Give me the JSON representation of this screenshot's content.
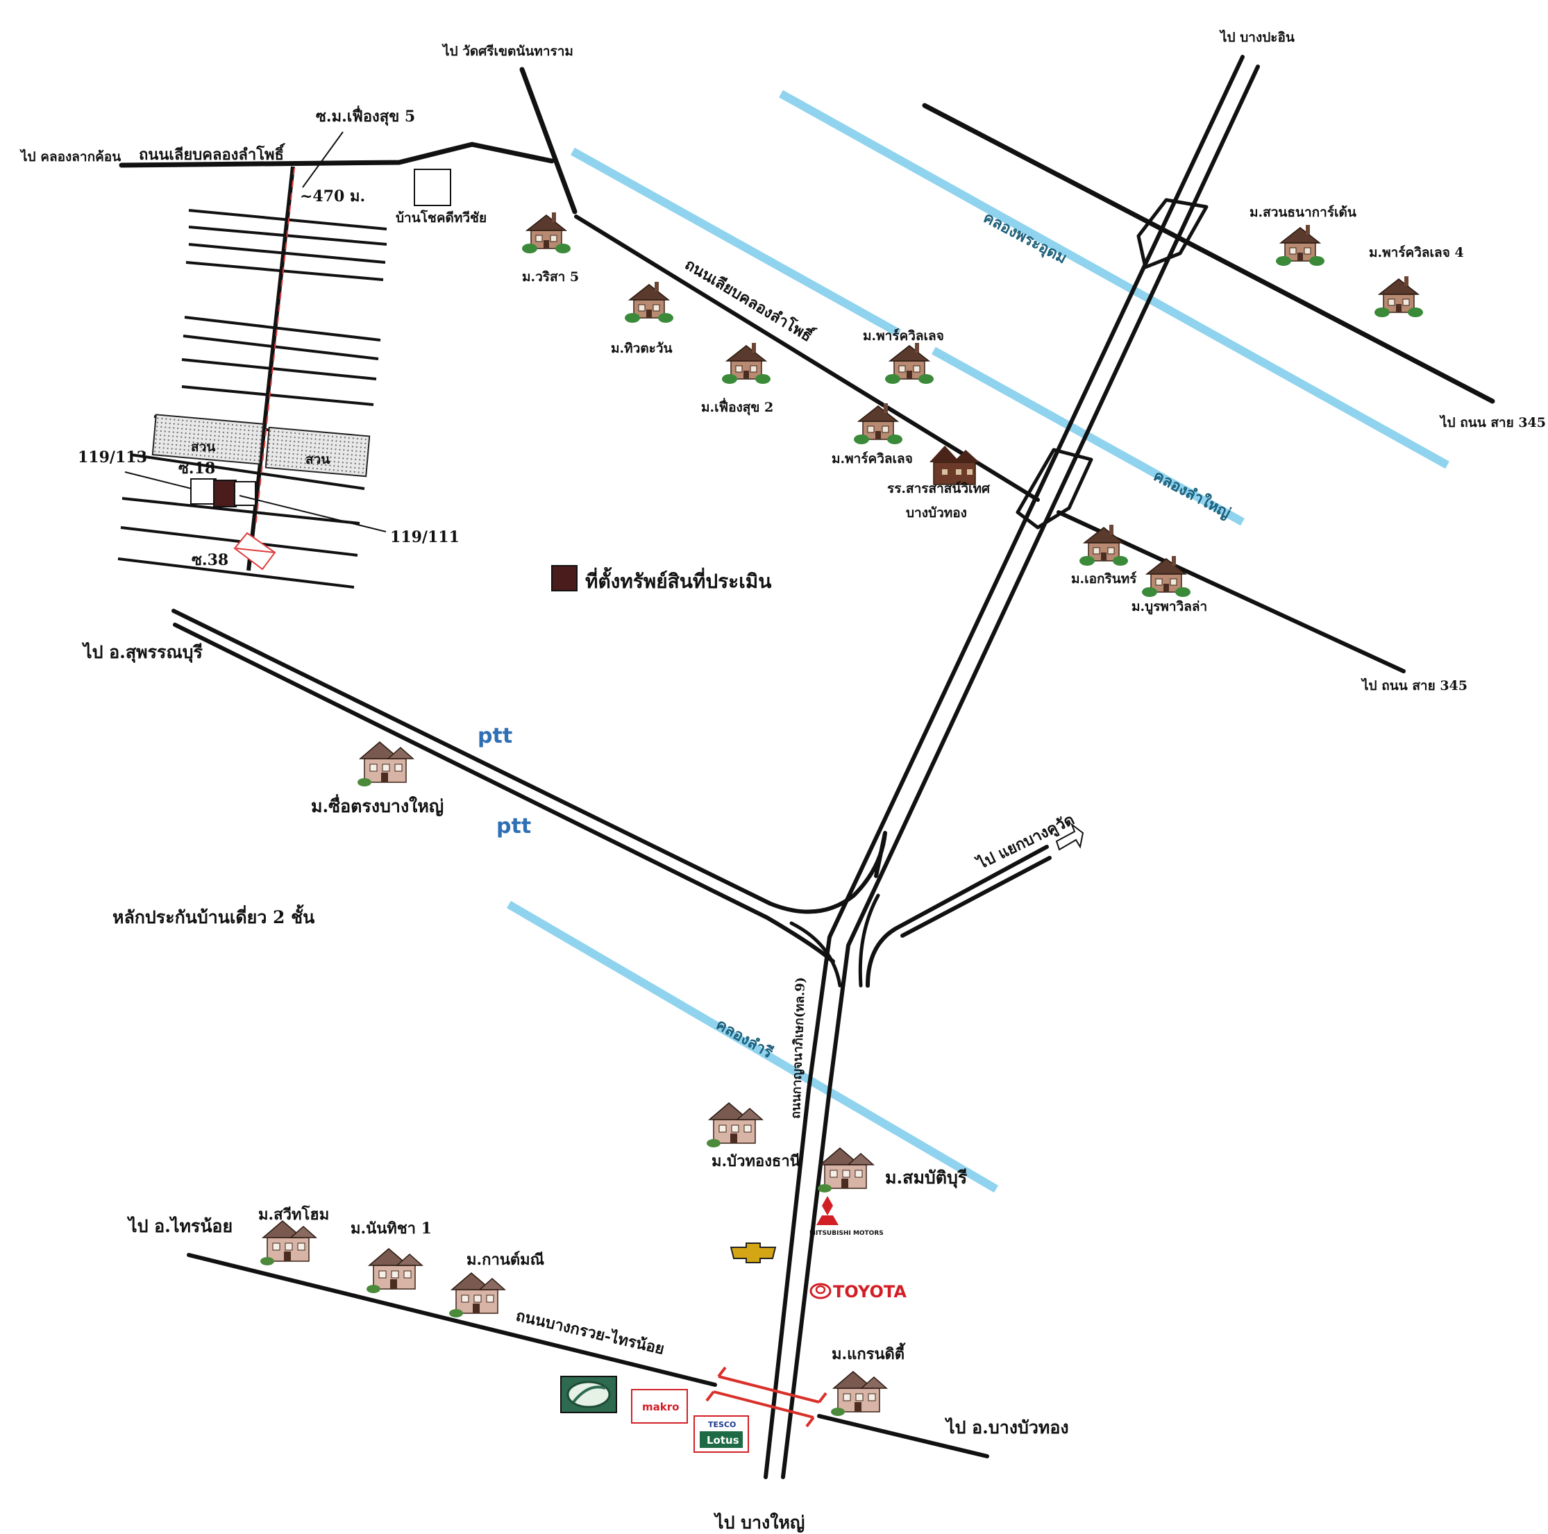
{
  "legend": {
    "subject_label": "ที่ตั้งทรัพย์สินที่ประเมิน",
    "subject_color": "#4a1c1c"
  },
  "collateral_note": "หลักประกันบ้านเดี่ยว 2 ชั้น",
  "directions": {
    "wat_sri": "ไป วัดศรีเขตนันทาราม",
    "bang_pa_in": "ไป บางปะอิน",
    "khlong_lat": "ไป คลองลากค้อน",
    "road_345_a": "ไป ถนน สาย 345",
    "road_345_b": "ไป ถนน สาย 345",
    "suphanburi": "ไป อ.สุพรรณบุรี",
    "bang_kuwat": "ไป แยกบางคูวัด",
    "sai_noi": "ไป อ.ไทรน้อย",
    "bang_bua_thong": "ไป อ.บางบัวทอง",
    "bang_yai": "ไป บางใหญ่"
  },
  "roads": {
    "lam_pho_top": "ถนนเลียบคลองลำโพธิ์",
    "lam_pho_diag": "ถนนเลียบคลองลำโพธิ์",
    "kanchana": "ถนนกาญจนาภิเษก(ทล.9)",
    "bang_kruai": "ถนนบางกรวย-ไทรน้อย"
  },
  "canals": {
    "phra_udom": "คลองพระอุดม",
    "lam_ri": "คลองลำรี",
    "khlong_yai": "คลองลำใหญ่"
  },
  "inset": {
    "soi5": "ซ.ม.เฟื่องสุข 5",
    "distance": "~470 ม.",
    "soi18": "ซ.18",
    "soi38": "ซ.38",
    "plot_113": "119/113",
    "plot_111": "119/111",
    "field_1": "สวน",
    "field_2": "สวน",
    "ban_chok": "บ้านโชคดีทวีชัย"
  },
  "villages": {
    "worisa": "ม.วริสา 5",
    "thitawan": "ม.ทิวตะวัน",
    "fueangsuk": "ม.เฟื่องสุข 2",
    "park_village_1": "ม.พาร์ควิลเลจ",
    "park_village_2": "ม.พาร์ควิลเลจ",
    "school_1": "รร.สารสาสน์วิเทศ",
    "school_2": "บางบัวทอง",
    "suan_thanakorn": "ม.สวนธนาการ์เด้น",
    "park_village_4": "ม.พาร์ควิลเลจ 4",
    "ekarin": "ม.เอกรินทร์",
    "burapha": "ม.บูรพาวิลล่า",
    "suetrong": "ม.ซื่อตรงบางใหญ่",
    "bua_thong_thani": "ม.บัวทองธานี",
    "sombat_buri": "ม.สมบัติบุรี",
    "sweet_home": "ม.สวีทโฮม",
    "nanthicha": "ม.นันทิชา 1",
    "kanmanee": "ม.กานต์มณี",
    "grandi": "ม.แกรนดิตี้"
  },
  "brands": {
    "ptt_1": "ptt",
    "ptt_2": "ptt",
    "toyota": "TOYOTA",
    "mitsubishi": "MITSUBISHI MOTORS",
    "makro": "makro",
    "tesco": "TESCO",
    "lotus": "Lotus"
  },
  "colors": {
    "road": "#111111",
    "canal": "#8fd3ee",
    "toyota": "#d21f26",
    "flyover": "#d9302a",
    "makro": "#d21f26"
  }
}
